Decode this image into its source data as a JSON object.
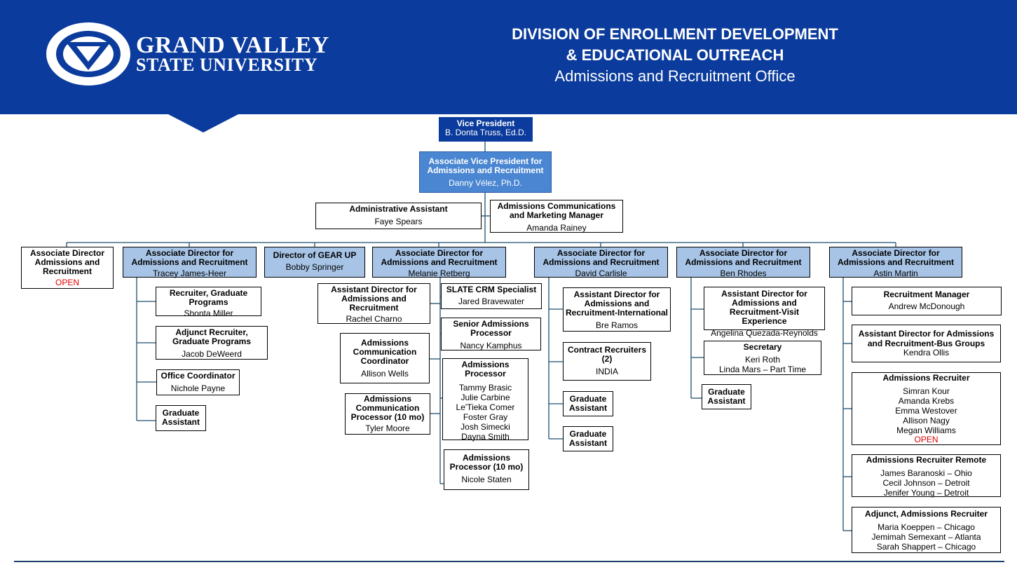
{
  "header": {
    "logo_line1": "GRAND VALLEY",
    "logo_line2": "STATE UNIVERSITY",
    "title_line1": "DIVISION OF ENROLLMENT DEVELOPMENT",
    "title_line2": "& EDUCATIONAL OUTREACH",
    "title_line3": "Admissions and Recruitment Office"
  },
  "colors": {
    "brand_blue": "#0b3b9c",
    "box_blue": "#a7c4e6",
    "avp_blue": "#4a86d1",
    "open_red": "#e00000"
  },
  "org": {
    "vp": {
      "title": "Vice President",
      "name": "B. Donta Truss, Ed.D."
    },
    "avp": {
      "title": "Associate Vice President for Admissions and Recruitment",
      "name": "Danny Vélez, Ph.D."
    },
    "admin_assistant": {
      "title": "Administrative Assistant",
      "name": "Faye Spears"
    },
    "comm_manager": {
      "title": "Admissions Communications and Marketing Manager",
      "name": "Amanda Rainey"
    },
    "assoc_dir_open": {
      "title": "Associate Director Admissions and Recruitment",
      "name": "OPEN"
    },
    "tracey": {
      "title": "Associate Director for Admissions and Recruitment",
      "name": "Tracey James-Heer",
      "reports": [
        {
          "title": "Recruiter, Graduate Programs",
          "name": "Shonta Miller"
        },
        {
          "title": "Adjunct Recruiter, Graduate Programs",
          "name": "Jacob DeWeerd"
        },
        {
          "title": "Office Coordinator",
          "name": "Nichole Payne"
        },
        {
          "title": "Graduate Assistant"
        }
      ]
    },
    "gearup": {
      "title": "Director of GEAR UP",
      "name": "Bobby Springer"
    },
    "melanie": {
      "title": "Associate Director for Admissions and Recruitment",
      "name": "Melanie Retberg",
      "rachel": {
        "title": "Assistant Director for Admissions and Recruitment",
        "name": "Rachel Charno"
      },
      "allison_w": {
        "title": "Admissions Communication Coordinator",
        "name": "Allison Wells"
      },
      "tyler": {
        "title": "Admissions Communication Processor (10 mo)",
        "name": "Tyler Moore"
      },
      "slate": {
        "title": "SLATE CRM Specialist",
        "name": "Jared Bravewater"
      },
      "senior": {
        "title": "Senior Admissions Processor",
        "name": "Nancy Kamphus"
      },
      "processor": {
        "title": "Admissions Processor",
        "names": [
          "Tammy Brasic",
          "Julie Carbine",
          "Le'Tieka Comer",
          "Foster Gray",
          "Josh Simecki",
          "Dayna Smith"
        ]
      },
      "processor10": {
        "title": "Admissions Processor (10 mo)",
        "name": "Nicole Staten"
      }
    },
    "david": {
      "title": "Associate Director for Admissions and Recruitment",
      "name": "David Carlisle",
      "reports": [
        {
          "title": "Assistant Director for Admissions and Recruitment-International",
          "name": "Bre Ramos"
        },
        {
          "title": "Contract Recruiters (2)",
          "name": "INDIA"
        },
        {
          "title": "Graduate Assistant"
        },
        {
          "title": "Graduate Assistant"
        }
      ]
    },
    "ben": {
      "title": "Associate Director for Admissions and Recruitment",
      "name": "Ben Rhodes",
      "reports": [
        {
          "title": "Assistant Director for Admissions and Recruitment-Visit Experience",
          "name": "Angelina Quezada-Reynolds"
        },
        {
          "title": "Secretary",
          "names": [
            "Keri Roth",
            "Linda Mars – Part Time"
          ]
        },
        {
          "title": "Graduate Assistant"
        }
      ]
    },
    "astin": {
      "title": "Associate Director for Admissions and Recruitment",
      "name": "Astin Martin",
      "recruitment_manager": {
        "title": "Recruitment Manager",
        "name": "Andrew McDonough"
      },
      "bus_groups": {
        "title": "Assistant Director for Admissions and Recruitment-Bus Groups",
        "name": "Kendra Ollis"
      },
      "recruiter": {
        "title": "Admissions Recruiter",
        "names": [
          "Simran Kour",
          "Amanda Krebs",
          "Emma Westover",
          "Allison Nagy",
          "Megan Williams"
        ],
        "open": "OPEN"
      },
      "remote": {
        "title": "Admissions Recruiter Remote",
        "names": [
          "James Baranoski – Ohio",
          "Cecil Johnson – Detroit",
          "Jenifer Young – Detroit"
        ]
      },
      "adjunct": {
        "title": "Adjunct, Admissions Recruiter",
        "names": [
          "Maria Koeppen – Chicago",
          "Jemimah Semexant – Atlanta",
          "Sarah Shappert – Chicago"
        ]
      }
    }
  }
}
